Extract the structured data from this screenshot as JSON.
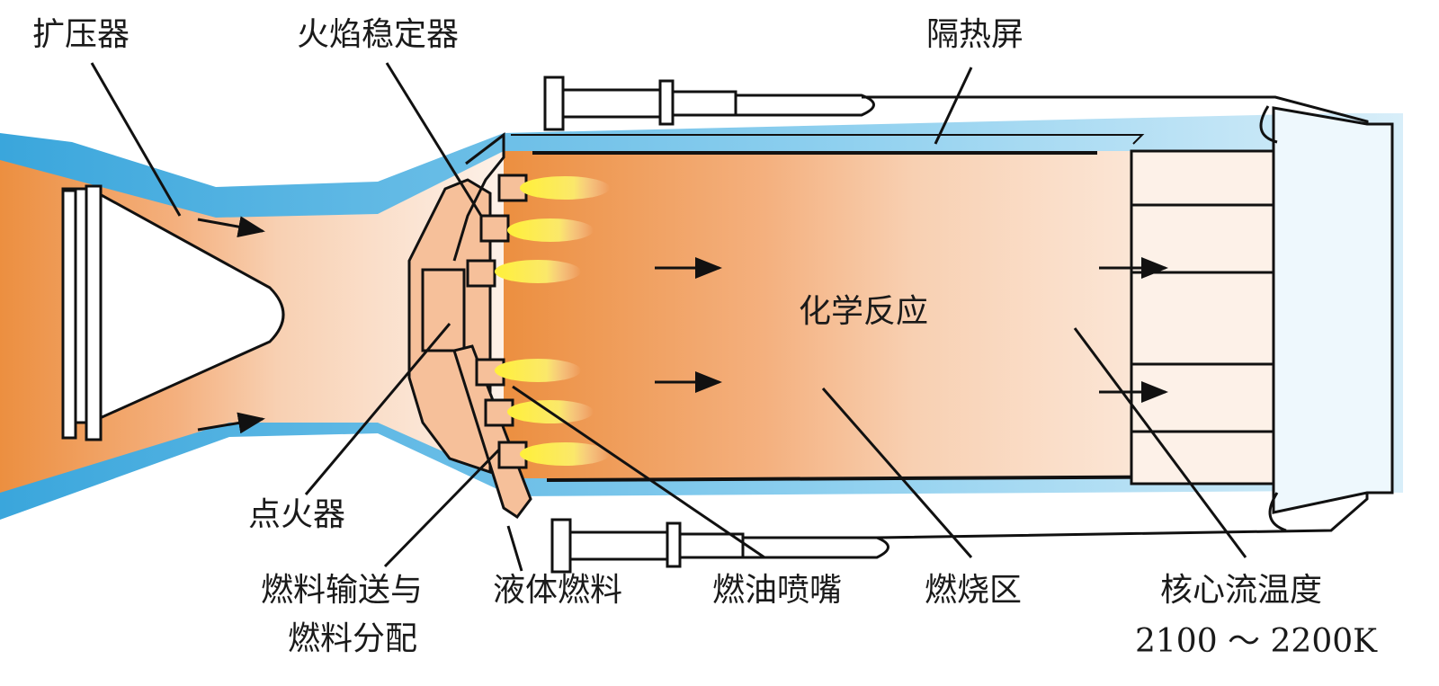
{
  "labels": {
    "diffuser": "扩压器",
    "flame_holder": "火焰稳定器",
    "heat_shield": "隔热屏",
    "chemical_reaction": "化学反应",
    "igniter": "点火器",
    "fuel_delivery_line1": "燃料输送与",
    "fuel_delivery_line2": "燃料分配",
    "liquid_fuel": "液体燃料",
    "fuel_nozzle": "燃油喷嘴",
    "combustion_zone": "燃烧区",
    "core_flow_temp": "核心流温度",
    "temp_range": "2100 ～ 2200K"
  },
  "colors": {
    "casing_blue": "#3aa6dc",
    "inlet_orange": "#ec8f40",
    "chamber_peach": "#fbe4d2",
    "flame_yellow": "#fff03a",
    "outline": "#111111"
  }
}
